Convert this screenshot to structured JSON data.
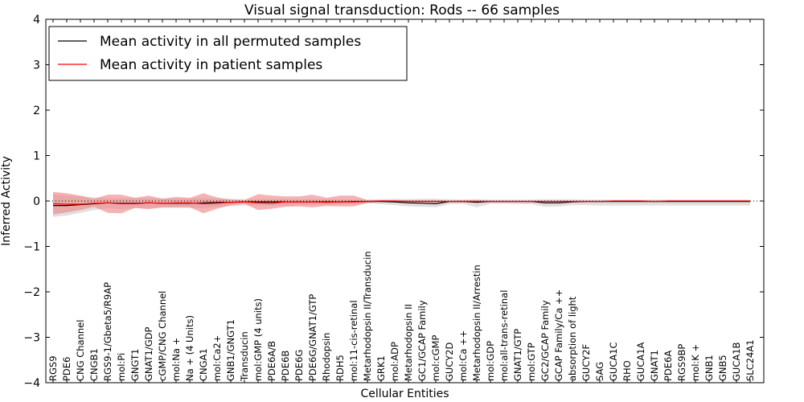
{
  "chart_data": {
    "type": "line",
    "title": "Visual signal transduction: Rods -- 66 samples",
    "xlabel": "Cellular Entities",
    "ylabel": "Inferred Activity",
    "ylim": [
      -4,
      4
    ],
    "yticks": [
      -4,
      -3,
      -2,
      -1,
      0,
      1,
      2,
      3,
      4
    ],
    "grid": false,
    "legend_position": "top-left",
    "reference_line": 0,
    "categories": [
      "RGS9",
      "PDE6",
      "CNG Channel",
      "CNGB1",
      "RGS9-1/Gbeta5/R9AP",
      "mol:Pi",
      "GNGT1",
      "GNAT1/GDP",
      "cGMP/CNG Channel",
      "mol:Na +",
      "Na + (4 Units)",
      "CNGA1",
      "mol:Ca2+",
      "GNB1/GNGT1",
      "Transducin",
      "mol:GMP (4 units)",
      "PDE6A/B",
      "PDE6B",
      "PDE6G",
      "PDE6G/GNAT1/GTP",
      "Rhodopsin",
      "RDH5",
      "mol:11-cis-retinal",
      "Metarhodopsin II/Transducin",
      "GRK1",
      "mol:ADP",
      "Metarhodopsin II",
      "GC1/GCAP Family",
      "mol:cGMP",
      "GUCY2D",
      "mol:Ca ++",
      "Metarhodopsin II/Arrestin",
      "mol:GDP",
      "mol:all-trans-retinal",
      "GNAT1/GTP",
      "mol:GTP",
      "GC2/GCAP Family",
      "GCAP Family/Ca ++",
      "absorption of light",
      "GUCY2F",
      "SAG",
      "GUCA1C",
      "RHO",
      "GUCA1A",
      "GNAT1",
      "PDE6A",
      "RGS9BP",
      "mol:K +",
      "GNB1",
      "GNB5",
      "GUCA1B",
      "SLC24A1"
    ],
    "series": [
      {
        "name": "Mean activity in all permuted samples",
        "color": "#000000",
        "band_color": "#bbbbbb",
        "values": [
          -0.1,
          -0.1,
          -0.08,
          -0.06,
          -0.04,
          -0.05,
          -0.05,
          -0.04,
          -0.05,
          -0.05,
          -0.05,
          -0.04,
          -0.03,
          -0.03,
          -0.02,
          -0.02,
          -0.02,
          -0.02,
          -0.02,
          -0.02,
          -0.02,
          -0.02,
          -0.01,
          -0.01,
          -0.01,
          -0.02,
          -0.04,
          -0.05,
          -0.06,
          -0.01,
          -0.01,
          -0.03,
          -0.01,
          -0.01,
          -0.01,
          -0.01,
          -0.04,
          -0.04,
          -0.02,
          -0.01,
          -0.01,
          -0.01,
          -0.01,
          -0.01,
          -0.01,
          -0.01,
          -0.01,
          -0.01,
          -0.01,
          -0.01,
          -0.01,
          -0.01
        ],
        "upper": [
          0.15,
          0.12,
          0.1,
          0.08,
          0.06,
          0.06,
          0.06,
          0.06,
          0.06,
          0.05,
          0.05,
          0.06,
          0.05,
          0.05,
          0.04,
          0.04,
          0.04,
          0.04,
          0.04,
          0.04,
          0.04,
          0.04,
          0.03,
          0.03,
          0.04,
          0.05,
          0.04,
          0.05,
          0.05,
          0.04,
          0.03,
          0.04,
          0.03,
          0.03,
          0.03,
          0.03,
          0.04,
          0.04,
          0.04,
          0.03,
          0.03,
          0.03,
          0.03,
          0.03,
          0.03,
          0.03,
          0.03,
          0.03,
          0.03,
          0.03,
          0.03,
          0.03
        ],
        "lower": [
          -0.35,
          -0.32,
          -0.26,
          -0.2,
          -0.16,
          -0.18,
          -0.16,
          -0.15,
          -0.15,
          -0.15,
          -0.15,
          -0.16,
          -0.13,
          -0.12,
          -0.1,
          -0.1,
          -0.1,
          -0.1,
          -0.09,
          -0.09,
          -0.08,
          -0.08,
          -0.06,
          -0.05,
          -0.07,
          -0.09,
          -0.12,
          -0.13,
          -0.14,
          -0.07,
          -0.06,
          -0.14,
          -0.06,
          -0.06,
          -0.07,
          -0.07,
          -0.13,
          -0.12,
          -0.09,
          -0.09,
          -0.1,
          -0.1,
          -0.1,
          -0.1,
          -0.1,
          -0.1,
          -0.1,
          -0.1,
          -0.1,
          -0.1,
          -0.1,
          -0.1
        ]
      },
      {
        "name": "Mean activity in patient samples",
        "color": "#ff0000",
        "band_color": "#f08080",
        "values": [
          -0.06,
          -0.07,
          -0.07,
          -0.05,
          -0.04,
          -0.06,
          -0.06,
          -0.04,
          -0.05,
          -0.04,
          -0.04,
          -0.06,
          -0.05,
          -0.03,
          -0.02,
          -0.04,
          -0.05,
          -0.02,
          -0.02,
          -0.02,
          -0.03,
          -0.02,
          -0.02,
          -0.01,
          0.0,
          0.0,
          -0.01,
          -0.01,
          -0.01,
          -0.01,
          -0.01,
          -0.01,
          -0.01,
          -0.01,
          -0.01,
          -0.01,
          -0.01,
          -0.01,
          -0.01,
          -0.01,
          -0.01,
          0.0,
          0.0,
          0.0,
          -0.01,
          0.0,
          0.0,
          0.0,
          0.0,
          0.0,
          0.0,
          0.0
        ],
        "upper": [
          0.2,
          0.17,
          0.12,
          0.05,
          0.14,
          0.14,
          0.07,
          0.12,
          0.05,
          0.09,
          0.07,
          0.17,
          0.08,
          0.03,
          0.02,
          0.15,
          0.12,
          0.1,
          0.1,
          0.14,
          0.07,
          0.12,
          0.12,
          0.02,
          0.02,
          0.01,
          0.02,
          0.02,
          0.02,
          0.01,
          0.02,
          0.02,
          0.01,
          0.01,
          0.01,
          0.01,
          0.01,
          0.01,
          0.01,
          0.01,
          0.01,
          0.01,
          0.01,
          0.01,
          0.01,
          0.01,
          0.01,
          0.01,
          0.01,
          0.01,
          0.01,
          0.01
        ],
        "lower": [
          -0.3,
          -0.25,
          -0.2,
          -0.13,
          -0.26,
          -0.27,
          -0.15,
          -0.18,
          -0.14,
          -0.14,
          -0.14,
          -0.27,
          -0.17,
          -0.09,
          -0.06,
          -0.2,
          -0.17,
          -0.13,
          -0.12,
          -0.14,
          -0.11,
          -0.12,
          -0.12,
          -0.04,
          -0.02,
          -0.02,
          -0.03,
          -0.03,
          -0.03,
          -0.02,
          -0.03,
          -0.03,
          -0.02,
          -0.02,
          -0.02,
          -0.02,
          -0.02,
          -0.02,
          -0.02,
          -0.02,
          -0.02,
          -0.01,
          -0.01,
          -0.01,
          -0.02,
          -0.01,
          -0.01,
          -0.01,
          -0.01,
          -0.01,
          -0.01,
          -0.01
        ]
      }
    ]
  }
}
